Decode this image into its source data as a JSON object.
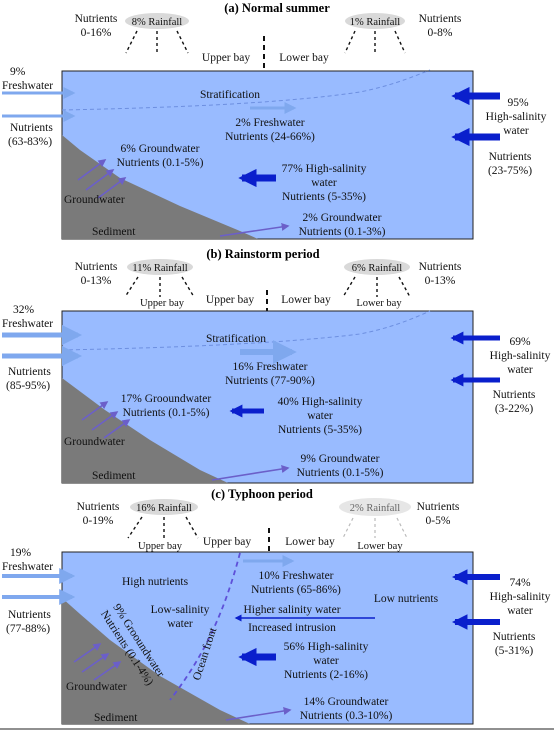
{
  "panels": [
    {
      "title": "(a) Normal summer",
      "left_rain_pct": "8% Rainfall",
      "right_rain_pct": "1% Rainfall",
      "left_nutrients": [
        "Nutrients",
        "0-16%"
      ],
      "right_nutrients": [
        "Nutrients",
        "0-8%"
      ],
      "upper_bay": "Upper bay",
      "lower_bay": "Lower bay",
      "freshwater_in": [
        "9%",
        "Freshwater"
      ],
      "nutrients_in": [
        "Nutrients",
        "(63-83%)"
      ],
      "stratification": "Stratification",
      "fw_mid": [
        "2% Freshwater",
        "Nutrients (24-66%)"
      ],
      "gw_left": [
        "6% Groundwater",
        "Nutrients (0.1-5%)"
      ],
      "hs_mid": [
        "77% High-salinity",
        "water",
        "Nutrients (5-35%)"
      ],
      "ocean_in": [
        "95%",
        "High-salinity",
        "water"
      ],
      "ocean_nutrients": [
        "Nutrients",
        "(23-75%)"
      ],
      "groundwater": "Groundwater",
      "sediment": "Sediment",
      "gw_bottom": [
        "2% Groundwater",
        "Nutrients (0.1-3%)"
      ]
    },
    {
      "title": "(b) Rainstorm period",
      "left_rain_pct": "11% Rainfall",
      "right_rain_pct": "6% Rainfall",
      "left_nutrients": [
        "Nutrients",
        "0-13%"
      ],
      "right_nutrients": [
        "Nutrients",
        "0-13%"
      ],
      "upper_bay_small": "Upper bay",
      "lower_bay_small": "Lower bay",
      "upper_bay": "Upper bay",
      "lower_bay": "Lower bay",
      "freshwater_in": [
        "32%",
        "Freshwater"
      ],
      "nutrients_in": [
        "Nutrients",
        "(85-95%)"
      ],
      "stratification": "Stratification",
      "fw_mid": [
        "16% Freshwater",
        "Nutrients (77-90%)"
      ],
      "gw_left": [
        "17% Grooundwater",
        "Nutrients (0.1-5%)"
      ],
      "hs_mid": [
        "40% High-salinity",
        "water",
        "Nutrients (5-35%)"
      ],
      "ocean_in": [
        "69%",
        "High-salinity",
        "water"
      ],
      "ocean_nutrients": [
        "Nutrients",
        "(3-22%)"
      ],
      "groundwater": "Groundwater",
      "sediment": "Sediment",
      "gw_bottom": [
        "9% Groundwater",
        "Nutrients (0.1-5%)"
      ]
    },
    {
      "title": "(c) Typhoon period",
      "left_rain_pct": "16% Rainfall",
      "right_rain_pct": "2% Rainfall",
      "left_nutrients": [
        "Nutrients",
        "0-19%"
      ],
      "right_nutrients": [
        "Nutrients",
        "0-5%"
      ],
      "upper_bay_small": "Upper bay",
      "lower_bay_small": "Lower bay",
      "upper_bay": "Upper bay",
      "lower_bay": "Lower bay",
      "freshwater_in": [
        "19%",
        "Freshwater"
      ],
      "nutrients_in": [
        "Nutrients",
        "(77-88%)"
      ],
      "high_nutrients": "High nutrients",
      "low_nutrients": "Low nutrients",
      "low_salinity": [
        "Low-salinity",
        "water"
      ],
      "ocean_front": "Ocean front",
      "fw_mid": [
        "10% Freshwater",
        "Nutrients (65-86%)"
      ],
      "intrusion": [
        "Higher salinity water",
        "Increased intrusion"
      ],
      "gw_left": [
        "9% Grooundwater",
        "Nutrients (0.1-4%)"
      ],
      "hs_mid": [
        "56% High-salinity",
        "water",
        "Nutrients (2-16%)"
      ],
      "ocean_in": [
        "74%",
        "High-salinity",
        "water"
      ],
      "ocean_nutrients": [
        "Nutrients",
        "(5-31%)"
      ],
      "groundwater": "Groundwater",
      "sediment": "Sediment",
      "gw_bottom": [
        "14% Groundwater",
        "Nutrients (0.3-10%)"
      ]
    }
  ],
  "colors": {
    "water": "#99bbff",
    "sediment": "#7a7a7a",
    "light_arrow": "#7fa8ee",
    "dark_arrow": "#0a1fcc",
    "purple_arrow": "#6b5fc9"
  }
}
